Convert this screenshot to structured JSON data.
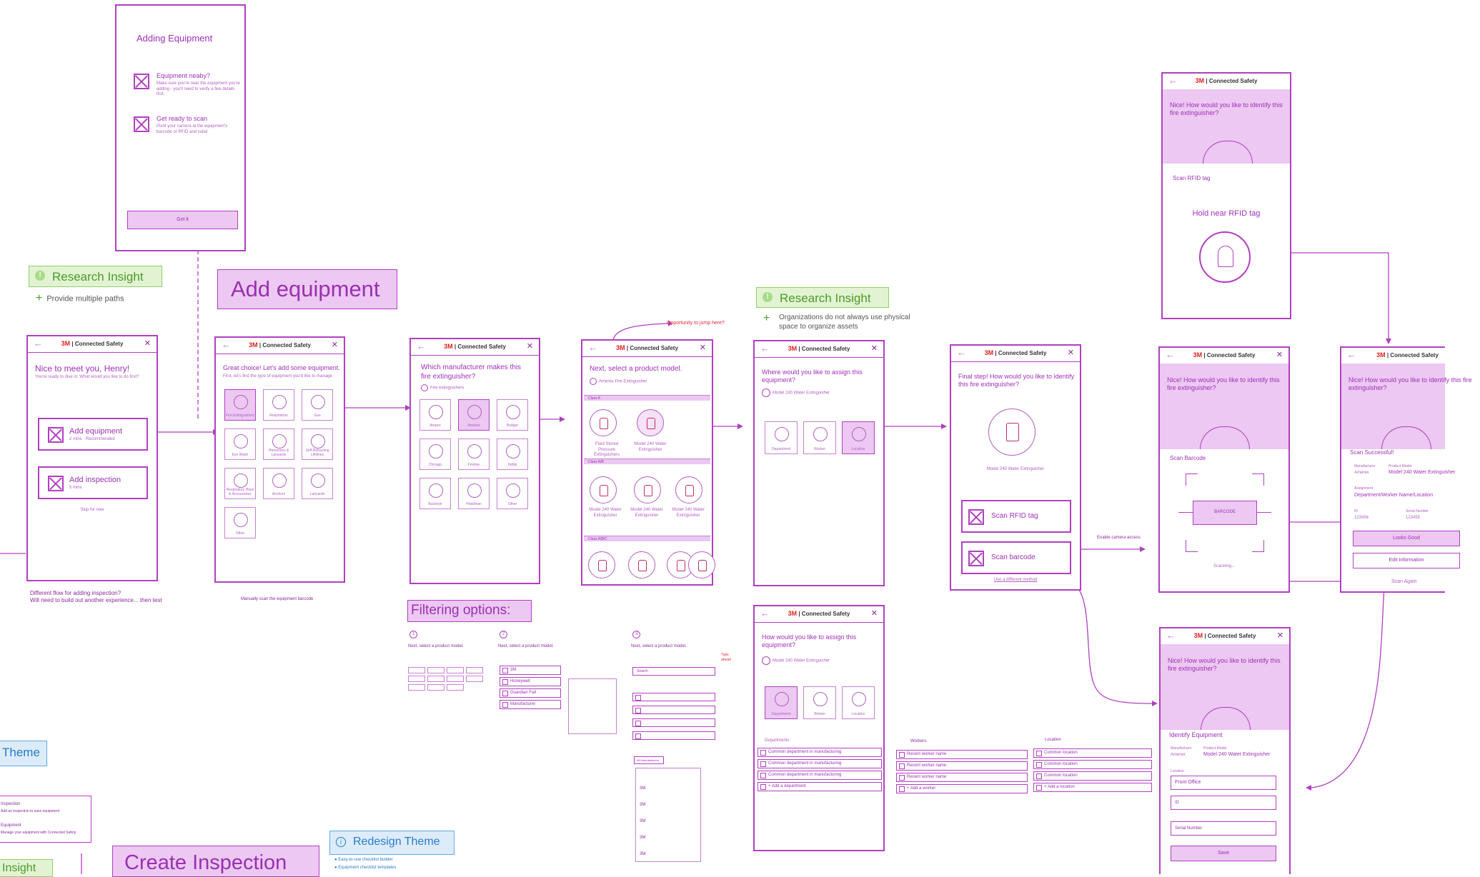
{
  "colors": {
    "accent": "#b040c0",
    "lilac": "#ecc8f2",
    "insight_green": "#4c9a2a",
    "theme_blue": "#2b7bc8",
    "brand_red": "#e02020"
  },
  "brand": {
    "logo": "3M",
    "product": "| Connected Safety"
  },
  "onboard": {
    "title": "Adding Equipment",
    "item1_title": "Equipment neaby?",
    "item1_body": "Make sure you're near the equipment you're adding - you'll need to verify a few details first.",
    "item2_title": "Get ready to scan",
    "item2_body": "Point your camera at the equipment's barcode or RFID and voila!",
    "button": "Got it"
  },
  "insight1": {
    "label": "Research Insight",
    "item": "Provide multiple paths"
  },
  "heading_add": "Add equipment",
  "insight2": {
    "label": "Research Insight",
    "item": "Organizations do not always use physical space to organize assets"
  },
  "screen1": {
    "title": "Nice to meet you, Henry!",
    "sub": "You're ready to dive in. What would you like to do first?",
    "opt1": "Add equipment",
    "opt1_sub": "2 mins · Recommended",
    "opt2": "Add inspection",
    "opt2_sub": "5 mins",
    "skip": "Skip for now"
  },
  "note_flow": "Different flow for adding inspection?\nWill need to build out another experience... then test",
  "screen2": {
    "title": "Great choice! Let's add some equipment.",
    "sub": "First, let's find the type of equipment you'd like to manage.",
    "tiles": [
      "Fire Extinguishers",
      "Respirators",
      "Gas",
      "Eye Wash",
      "Harnesses & Lanyards",
      "Self-Retracting Lifelines",
      "Respiratory Hose & Accessories",
      "Anchors",
      "Lanyards",
      "Other"
    ],
    "foot": "Manually scan the equipment barcode"
  },
  "screen3": {
    "title": "Which manufacturer makes this fire extinguisher?",
    "radio": "Fire extinguishers",
    "tiles": [
      "Ampex",
      "Amerex",
      "Badger",
      "Chicago",
      "Fireline",
      "Kidde",
      "Buckeye",
      "Headman",
      "Other"
    ]
  },
  "screen4": {
    "title": "Next, select a product model.",
    "radio": "Amerex Fire Extinguisher",
    "sec1": "Class A",
    "sec2": "Class A/B",
    "sec3": "Class A/B/C",
    "p1": "Fluid Stored Pressure Extinguishers",
    "p2": "Model 240 Water Extinguisher",
    "p3": "Model 240 Water Extinguisher",
    "p4": "Model 240 Water Extinguisher",
    "p5": "Model 240 Water Extinguisher",
    "annot": "Opportunity to jump here?"
  },
  "screen5": {
    "title": "Where would you like to assign this equipment?",
    "item": "Model 240 Water Extinguisher",
    "tiles": [
      "Department",
      "Worker",
      "Location"
    ]
  },
  "screen6": {
    "title": "Final step! How would you like to identify this fire extinguisher?",
    "item": "Model 240 Water Extinguisher",
    "opt1": "Scan RFID tag",
    "opt2": "Scan barcode",
    "foot": "Use a different method",
    "annot": "Enable camera access"
  },
  "screen7": {
    "title": "How would you like to assign this equipment?",
    "item": "Model 240 Water Extinguisher",
    "tiles": [
      "Department",
      "Worker",
      "Location"
    ],
    "list_label": "Departments",
    "rows": [
      "Common department in manufacturing",
      "Common department in manufacturing",
      "Common department in manufacturing",
      "+ Add a department"
    ]
  },
  "workers": {
    "label": "Workers",
    "rows": [
      "Recent worker name",
      "Recent worker name",
      "Recent worker name",
      "+ Add a worker"
    ]
  },
  "locations": {
    "label": "Location",
    "rows": [
      "Common location",
      "Common location",
      "Common location",
      "+ Add a location"
    ]
  },
  "rfid": {
    "title": "Nice! How would you like to identify this fire extinguisher?",
    "panel_label": "Scan RFID tag",
    "instruction": "Hold near RFID tag"
  },
  "barcode": {
    "title": "Nice! How would you like to identify this fire extinguisher?",
    "panel_label": "Scan Barcode",
    "bar_text": "BARCODE",
    "status": "Scanning..."
  },
  "success": {
    "title": "Nice! How would you like to identify this fire extinguisher?",
    "panel_label": "Scan Successful!",
    "manufacturer_label": "Manufacturer",
    "manufacturer": "Amerex",
    "model_label": "Product Model",
    "model": "Model 240 Water Extinguisher",
    "assign_label": "Assignment",
    "assign": "Department/Worker Name/Location",
    "id_label": "ID",
    "id": "123456",
    "serial_label": "Serial Number",
    "serial": "123455",
    "btn1": "Looks Good",
    "btn2": "Edit Information",
    "btn3": "Scan Again"
  },
  "identify": {
    "title": "Nice! How would you like to identify this fire extinguisher?",
    "panel_label": "Identify Equipment",
    "manufacturer_label": "Manufacturer",
    "manufacturer": "Amerex",
    "model_label": "Product Model",
    "model": "Model 240 Water Extinguisher",
    "location_label": "Location",
    "location": "Front Office",
    "id": "ID",
    "serial": "Serial Number",
    "save": "Save"
  },
  "filtering": {
    "title": "Filtering options:",
    "opt1_prompt": "Next, select a product model.",
    "opt2_prompt": "Next, select a product model.",
    "opt3_prompt": "Next, select a product model.",
    "dd1": "3M",
    "dd2": "Honeywell",
    "dd3": "Guardian Fall",
    "dd4": "Manufacturer",
    "search": "Search",
    "type_ahead": "Type ahead",
    "all_mfr": "All Manufacturers",
    "m1": "3M",
    "m2": "3M",
    "m3": "3M",
    "m4": "3M",
    "m5": "3M"
  },
  "theme_label": "Theme",
  "redesign": {
    "label": "Redesign Theme",
    "item1": "Easy-to-use checklist builder",
    "item2": "Equipment checklist templates"
  },
  "create_inspection": "Create Inspection",
  "insight_cut": "Insight",
  "left_card": {
    "l1": "Inspection",
    "l2": "Add an inspection to save equipment",
    "l3": "Equipment",
    "l4": "Manage your equipment with Connected Safety"
  }
}
